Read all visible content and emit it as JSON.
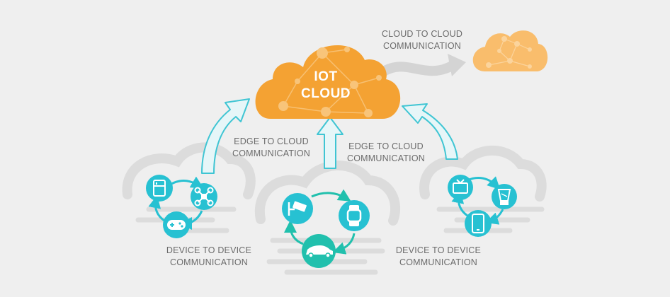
{
  "main_cloud": {
    "line1": "IOT",
    "line2": "CLOUD"
  },
  "labels": {
    "cloud_to_cloud": {
      "line1": "CLOUD TO CLOUD",
      "line2": "COMMUNICATION"
    },
    "edge_left": {
      "line1": "EDGE TO CLOUD",
      "line2": "COMMUNICATION"
    },
    "edge_center": {
      "line1": "EDGE TO CLOUD",
      "line2": "COMMUNICATION"
    },
    "device_left": {
      "line1": "DEVICE TO DEVICE",
      "line2": "COMMUNICATION"
    },
    "device_right": {
      "line1": "DEVICE TO DEVICE",
      "line2": "COMMUNICATION"
    }
  },
  "colors": {
    "background": "#efefef",
    "main_cloud": "#f4a233",
    "secondary_cloud": "#f9bd6c",
    "device": "#27c1d2",
    "device_center": "#21c0ad",
    "arrow": "#e6f6f8",
    "arrow_stroke": "#3fc5d3",
    "grey_cloud": "#dcdcdc",
    "text": "#6b6b6b"
  },
  "device_groups": {
    "left": [
      "fridge-icon",
      "drone-icon",
      "gamepad-icon"
    ],
    "center": [
      "security-camera-icon",
      "smartwatch-icon",
      "car-icon"
    ],
    "right": [
      "tv-icon",
      "blender-icon",
      "smartphone-icon"
    ]
  }
}
